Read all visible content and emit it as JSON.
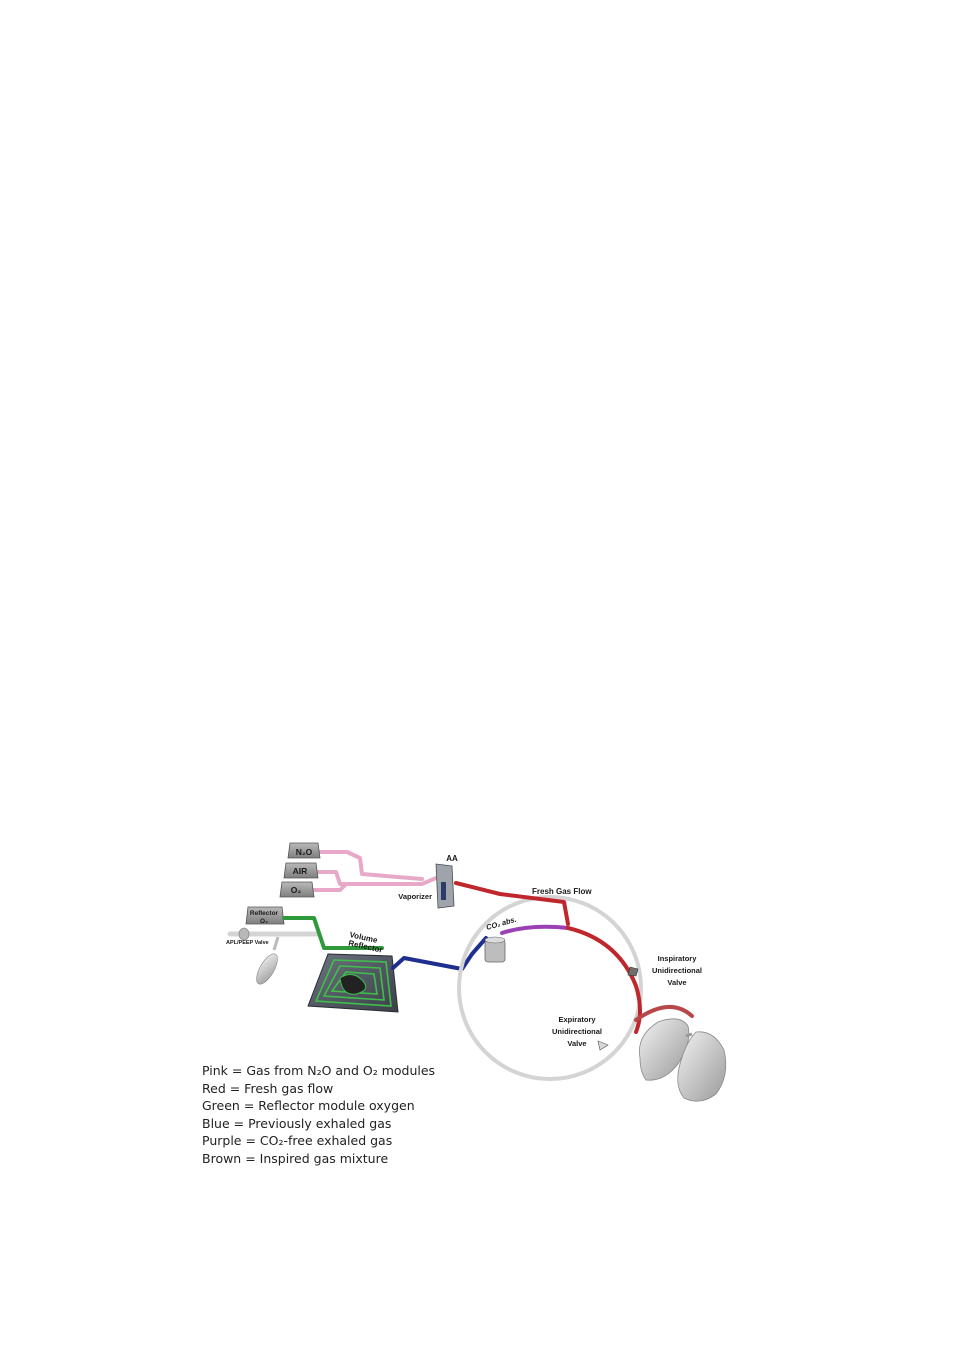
{
  "diagram": {
    "gas_modules": [
      {
        "label": "N₂O"
      },
      {
        "label": "AIR"
      },
      {
        "label": "O₂"
      }
    ],
    "reflector_module": {
      "line1": "Reflector",
      "line2": "O₂"
    },
    "apl_peep_valve": "APL/PEEP Valve",
    "aa_label": "AA",
    "vaporizer_label": "Vaporizer",
    "fresh_gas_flow_label": "Fresh Gas Flow",
    "co2_abs_label": "CO₂ abs.",
    "volume_reflector": {
      "line1": "Volume",
      "line2": "Reflector"
    },
    "inspiratory_valve": {
      "line1": "Inspiratory",
      "line2": "Unidirectional",
      "line3": "Valve"
    },
    "expiratory_valve": {
      "line1": "Expiratory",
      "line2": "Unidirectional",
      "line3": "Valve"
    },
    "colors": {
      "pink": "#e8a9c8",
      "red": "#c0272d",
      "green": "#2e9a3a",
      "blue": "#1f2f8f",
      "purple": "#9b3fb5",
      "brown": "#9b4a3a",
      "gray_tube": "#d4d4d4"
    }
  },
  "legend": [
    "Pink = Gas from N₂O and O₂ modules",
    "Red = Fresh gas flow",
    "Green = Reflector module  oxygen",
    "Blue = Previously exhaled gas",
    "Purple =  CO₂-free exhaled gas",
    "Brown = Inspired gas mixture"
  ]
}
